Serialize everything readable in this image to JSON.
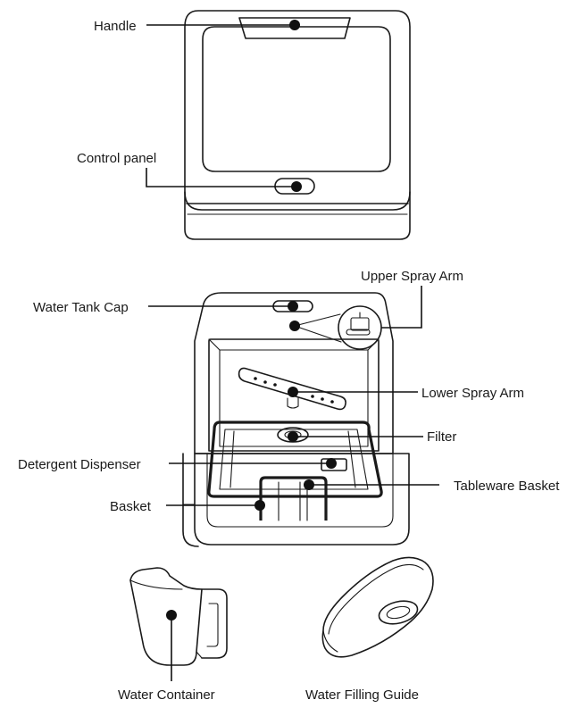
{
  "labels": {
    "handle": "Handle",
    "control_panel": "Control panel",
    "upper_spray_arm": "Upper Spray Arm",
    "water_tank_cap": "Water Tank Cap",
    "lower_spray_arm": "Lower Spray Arm",
    "filter": "Filter",
    "detergent_dispenser": "Detergent Dispenser",
    "tableware_basket": "Tableware Basket",
    "basket": "Basket",
    "water_container": "Water Container",
    "water_filling_guide": "Water Filling Guide"
  }
}
